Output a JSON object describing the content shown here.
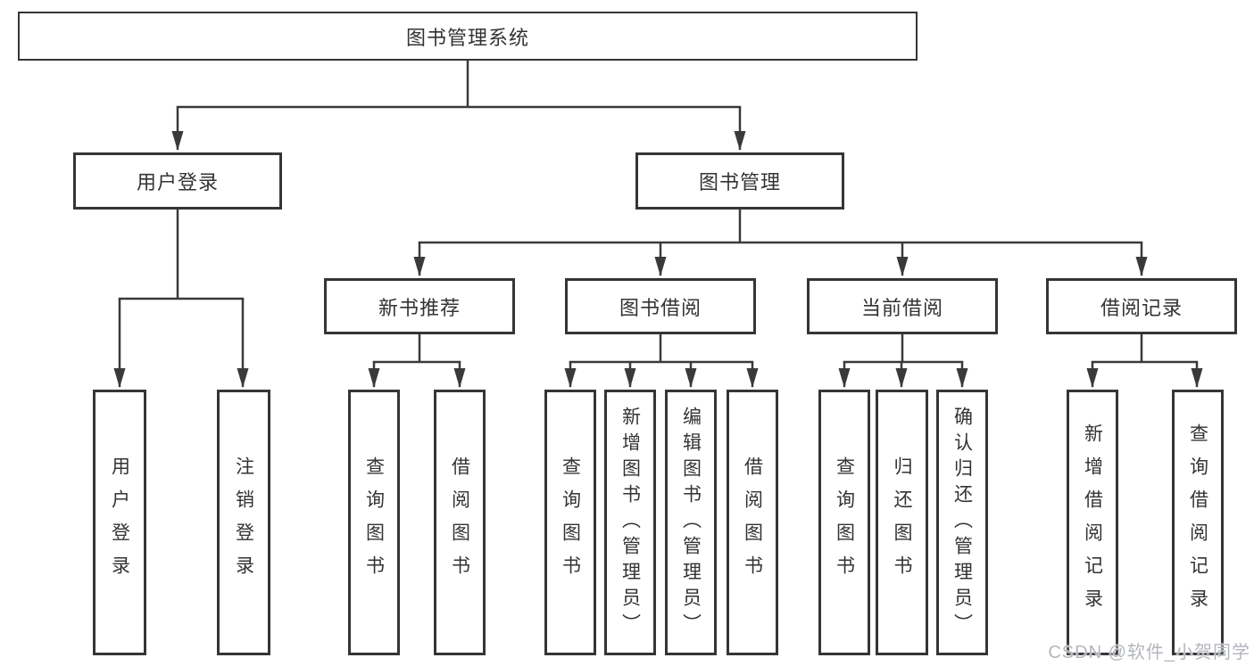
{
  "diagram_title": "图书管理系统",
  "tree": {
    "label": "图书管理系统",
    "children": [
      {
        "label": "用户登录",
        "children": [
          {
            "label": "用户登录"
          },
          {
            "label": "注销登录"
          }
        ]
      },
      {
        "label": "图书管理",
        "children": [
          {
            "label": "新书推荐",
            "children": [
              {
                "label": "查询图书"
              },
              {
                "label": "借阅图书"
              }
            ]
          },
          {
            "label": "图书借阅",
            "children": [
              {
                "label": "查询图书"
              },
              {
                "label": "新增图书（管理员）"
              },
              {
                "label": "编辑图书（管理员）"
              },
              {
                "label": "借阅图书"
              }
            ]
          },
          {
            "label": "当前借阅",
            "children": [
              {
                "label": "查询图书"
              },
              {
                "label": "归还图书"
              },
              {
                "label": "确认归还（管理员）"
              }
            ]
          },
          {
            "label": "借阅记录",
            "children": [
              {
                "label": "新增借阅记录"
              },
              {
                "label": "查询借阅记录"
              }
            ]
          }
        ]
      }
    ]
  },
  "watermark": {
    "text": "CSDN @软件_小贺同学"
  },
  "colors": {
    "line": "#3a3a3a",
    "border": "#353535",
    "text": "#333333",
    "box_background": "#ffffff",
    "watermark": "#b2b6bc"
  }
}
